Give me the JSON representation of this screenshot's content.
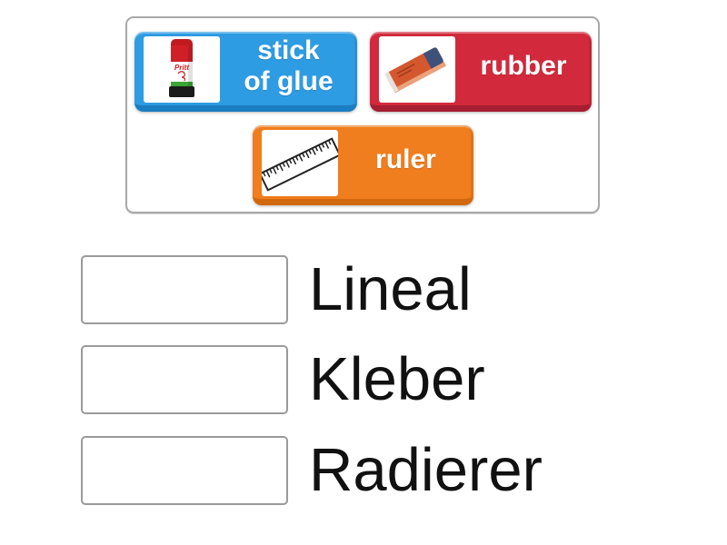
{
  "tray": {
    "border_color": "#a8a8a8",
    "cards": [
      {
        "id": "stick-of-glue",
        "lines": [
          "stick",
          "of glue"
        ],
        "color": "#2e9ce2",
        "color_dark": "#1b7ec2",
        "icon": "glue-stick-icon",
        "icon_brand_text": "Pritt"
      },
      {
        "id": "rubber",
        "lines": [
          "rubber"
        ],
        "color": "#d22a3c",
        "color_dark": "#a61e30",
        "icon": "eraser-icon"
      },
      {
        "id": "ruler",
        "lines": [
          "ruler"
        ],
        "color": "#f07d1e",
        "color_dark": "#d2680e",
        "icon": "ruler-icon"
      }
    ]
  },
  "answers": {
    "box_border_color": "#9a9a9a",
    "text_color": "#111111",
    "items": [
      {
        "label": "Lineal"
      },
      {
        "label": "Kleber"
      },
      {
        "label": "Radierer"
      }
    ]
  }
}
